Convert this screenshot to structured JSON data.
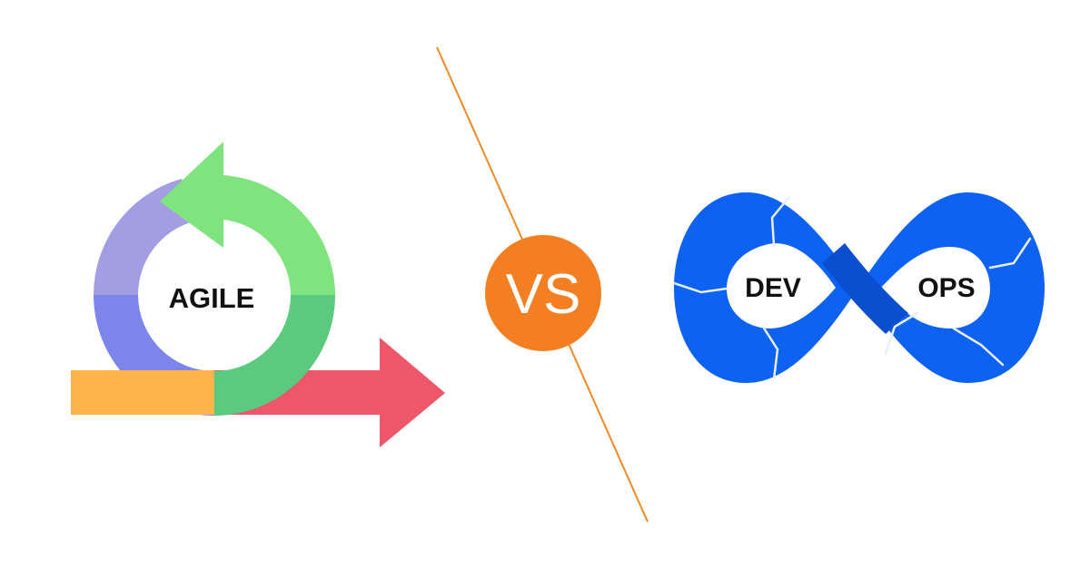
{
  "agile": {
    "label": "AGILE",
    "colors": {
      "cycle_purple": "#A39EE3",
      "cycle_indigo": "#7C85EA",
      "cycle_green_light": "#7FE47E",
      "cycle_green_dark": "#5BC97E",
      "bar_orange": "#FFB34D",
      "arrow_red": "#EE5769"
    }
  },
  "versus": {
    "label": "VS",
    "colors": {
      "badge": "#F47F22",
      "divider": "#F08A24"
    }
  },
  "devops": {
    "left_label": "DEV",
    "right_label": "OPS",
    "colors": {
      "loop_blue": "#0D62F1",
      "loop_blue_dark": "#0A4FD0",
      "segment_line": "#E6EEFF"
    }
  }
}
